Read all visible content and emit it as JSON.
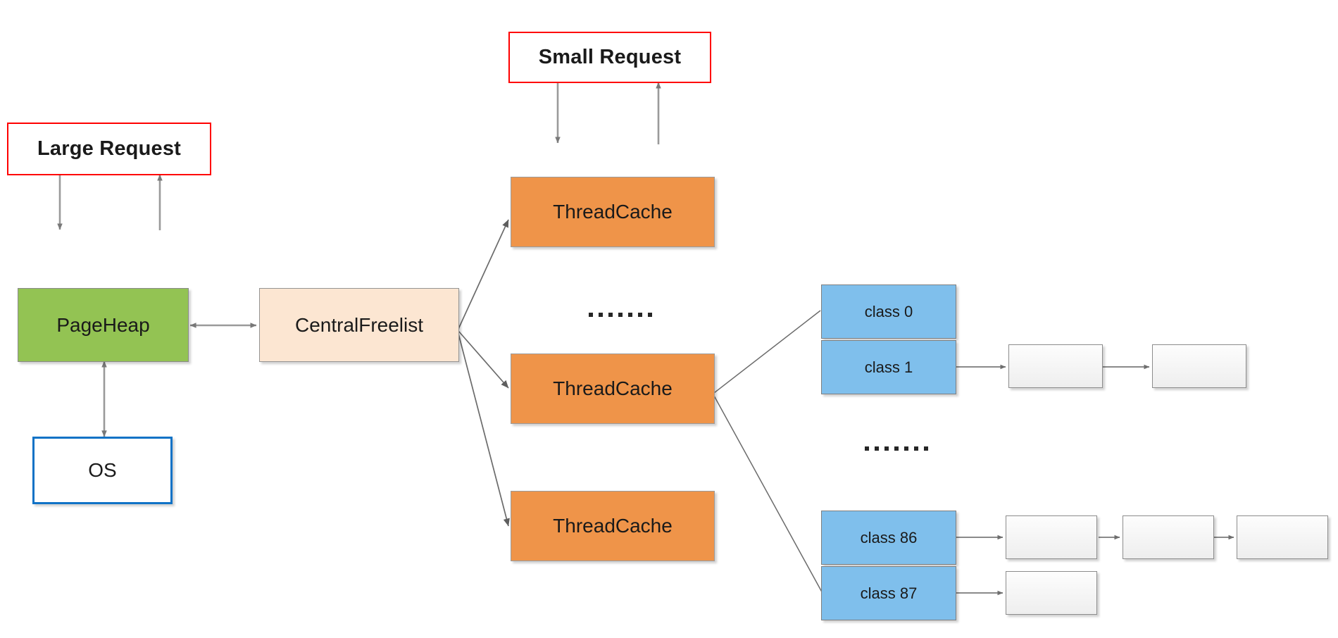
{
  "diagram": {
    "title": "TCMalloc memory allocator architecture",
    "background": "#ffffff",
    "colors": {
      "request_border": "#ff0000",
      "pageheap_fill": "#93c353",
      "os_border": "#1072c6",
      "centralfreelist_fill": "#fce6d2",
      "threadcache_fill": "#ef9449",
      "class_fill": "#7fbfec",
      "blank_fill": "#f2f2f2",
      "edge_stroke": "#808080",
      "thin_edge_stroke": "#595959",
      "text": "#1a1a1a"
    }
  },
  "nodes": {
    "large_request": {
      "label": "Large Request"
    },
    "small_request": {
      "label": "Small Request"
    },
    "pageheap": {
      "label": "PageHeap"
    },
    "os": {
      "label": "OS"
    },
    "centralfreelist": {
      "label": "CentralFreelist"
    },
    "threadcache_top": {
      "label": "ThreadCache"
    },
    "threadcache_middle": {
      "label": "ThreadCache"
    },
    "threadcache_bottom": {
      "label": "ThreadCache"
    },
    "class_0": {
      "label": "class 0"
    },
    "class_1": {
      "label": "class 1"
    },
    "class_86": {
      "label": "class 86"
    },
    "class_87": {
      "label": "class 87"
    }
  },
  "ellipses": {
    "threadcache_gap": {
      "dots": 7
    },
    "classlist_gap": {
      "dots": 7
    }
  },
  "free_blocks": {
    "class_1_chain_count": 2,
    "class_86_chain_count": 3,
    "class_87_chain_count": 1
  }
}
